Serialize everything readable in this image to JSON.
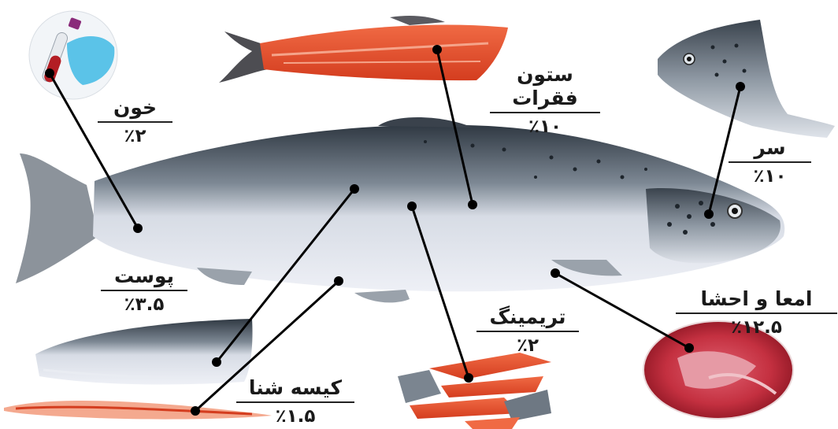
{
  "parts": {
    "blood": {
      "name": "خون",
      "percent": "٪۲"
    },
    "backbone": {
      "name": "ستون فقرات",
      "percent": "٪۱۰"
    },
    "head": {
      "name": "سر",
      "percent": "٪۱۰"
    },
    "skin": {
      "name": "پوست",
      "percent": "٪۳.۵"
    },
    "trimming": {
      "name": "تریمینگ",
      "percent": "٪۲"
    },
    "viscera": {
      "name": "امعا و احشا",
      "percent": "٪۱۲.۵"
    },
    "swim_bladder": {
      "name": "کیسه شنا",
      "percent": "٪۱.۵"
    }
  },
  "colors": {
    "flesh": "#e8502e",
    "fish_back": "#3d4650",
    "fish_belly": "#e4e8f0",
    "glove": "#5bc3e8",
    "blood": "#b31d24",
    "viscera": "#c9394a",
    "leader_line": "#000000"
  },
  "icons": [
    "blood-tube-icon",
    "backbone-fillet-icon",
    "salmon-head-icon",
    "skin-strip-icon",
    "trimming-pieces-icon",
    "viscera-dish-icon",
    "swim-bladder-icon"
  ]
}
